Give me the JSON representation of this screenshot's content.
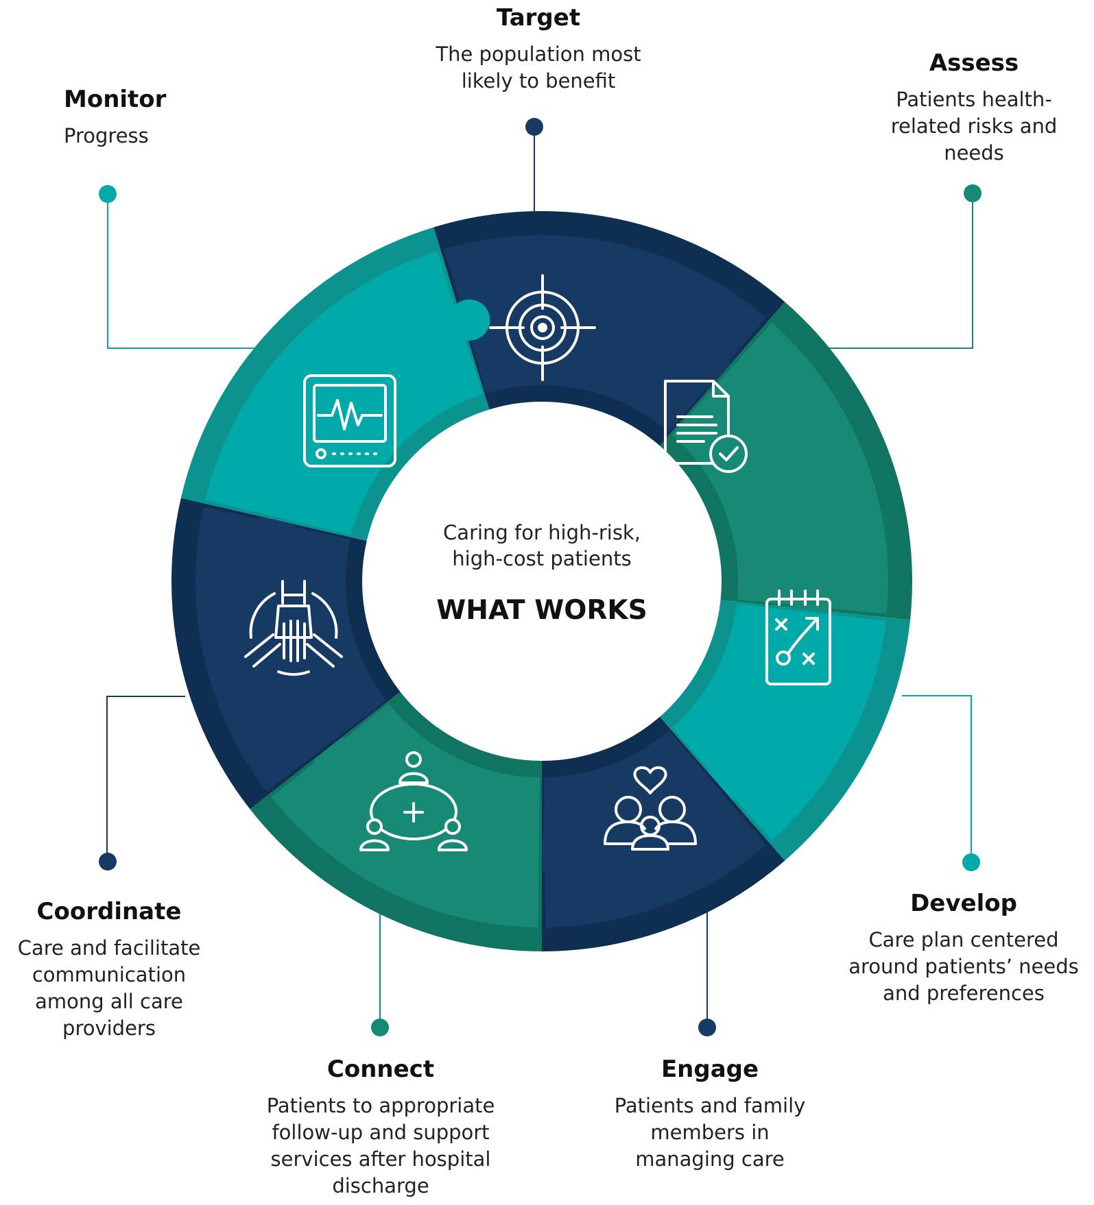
{
  "center": {
    "subtitle": "Caring for high-risk, high-cost patients",
    "title": "WHAT WORKS"
  },
  "steps": [
    {
      "id": "target",
      "title": "Target",
      "description": "The population most likely to benefit",
      "icon": "target-icon",
      "color": "#163a63"
    },
    {
      "id": "assess",
      "title": "Assess",
      "description": "Patients health-related risks and needs",
      "icon": "document-check-icon",
      "color": "#168a74"
    },
    {
      "id": "develop",
      "title": "Develop",
      "description": "Care plan centered around patients’ needs and preferences",
      "icon": "strategy-board-icon",
      "color": "#00aaa8"
    },
    {
      "id": "engage",
      "title": "Engage",
      "description": "Patients and family members in managing care",
      "icon": "family-heart-icon",
      "color": "#163a63"
    },
    {
      "id": "connect",
      "title": "Connect",
      "description": "Patients to appropriate follow-up and support services after hospital discharge",
      "icon": "network-plus-icon",
      "color": "#168a74"
    },
    {
      "id": "coordinate",
      "title": "Coordinate",
      "description": "Care and facilitate communication among all care providers",
      "icon": "hands-together-icon",
      "color": "#163a63"
    },
    {
      "id": "monitor",
      "title": "Monitor",
      "description": "Progress",
      "icon": "heart-monitor-icon",
      "color": "#00aaa8"
    }
  ],
  "colors": {
    "navy": "#163a63",
    "navy_dark": "#0f2f52",
    "green": "#168a74",
    "green_dark": "#0f7460",
    "teal": "#00aaa8",
    "teal_dark": "#0b948f"
  }
}
